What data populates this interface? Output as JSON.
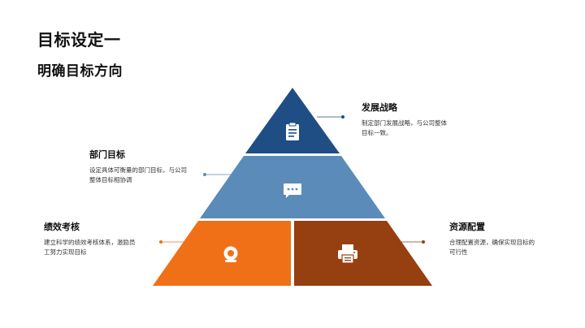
{
  "slide": {
    "title": "目标设定一",
    "subtitle": "明确目标方向"
  },
  "pyramid": {
    "top": {
      "heading": "发展战略",
      "desc": "制定部门发展战略，与公司整体目标一致。",
      "color": "#1f4e85",
      "icon": "clipboard-icon"
    },
    "middle": {
      "heading": "部门目标",
      "desc": "设定具体可衡量的部门目标，与公司整体目标相协调",
      "color": "#5b8bb8",
      "icon": "chat-bubble-icon"
    },
    "bottom_left": {
      "heading": "绩效考核",
      "desc": "建立科学的绩效考核体系，激励员工努力实现目标",
      "color": "#f07018",
      "icon": "target-icon"
    },
    "bottom_right": {
      "heading": "资源配置",
      "desc": "合理配置资源，确保实现目标的可行性",
      "color": "#963f10",
      "icon": "printer-icon"
    }
  }
}
